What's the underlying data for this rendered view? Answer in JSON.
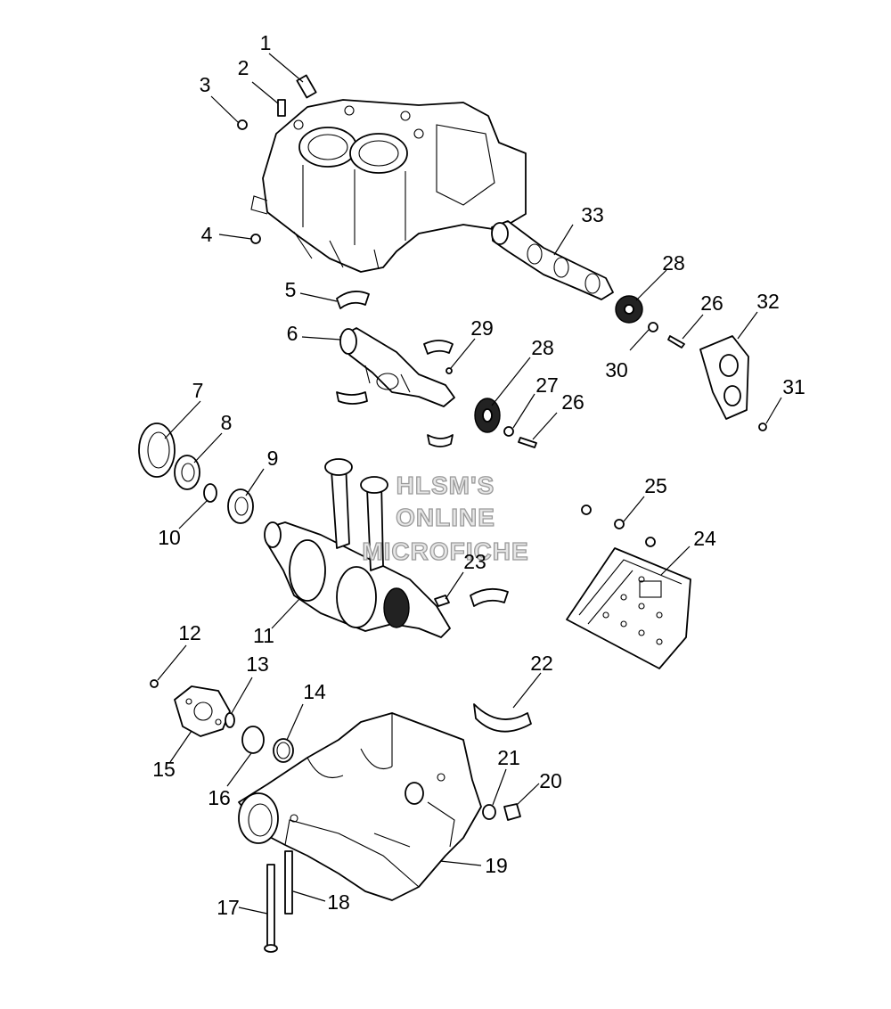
{
  "watermark": {
    "line1": "HLSM'S",
    "line2": "ONLINE",
    "line3": "MICROFICHE"
  },
  "callouts": [
    "1",
    "2",
    "3",
    "4",
    "5",
    "6",
    "7",
    "8",
    "9",
    "10",
    "11",
    "12",
    "13",
    "14",
    "15",
    "16",
    "17",
    "18",
    "19",
    "20",
    "21",
    "22",
    "23",
    "24",
    "25",
    "26",
    "26",
    "27",
    "28",
    "28",
    "29",
    "30",
    "31",
    "32",
    "33"
  ]
}
